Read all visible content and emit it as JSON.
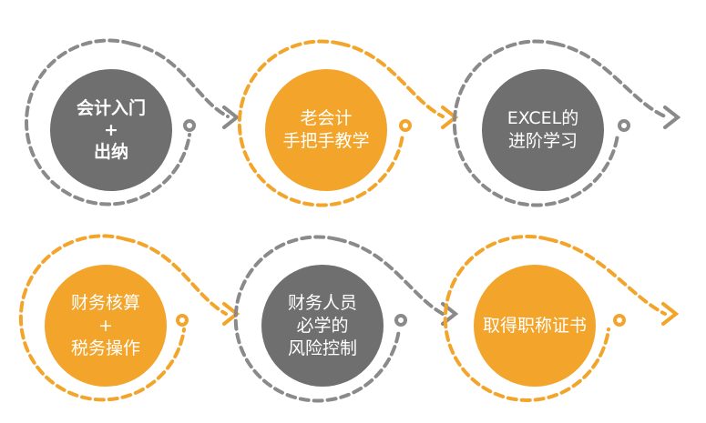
{
  "steps": [
    {
      "lines": [
        "会计入门",
        "+",
        "出纳"
      ],
      "color": "#6f6f6f"
    },
    {
      "lines": [
        "老会计",
        "手把手教学"
      ],
      "color": "#f2a52a"
    },
    {
      "lines": [
        "EXCEL的",
        "进阶学习"
      ],
      "color": "#6f6f6f"
    },
    {
      "lines": [
        "财务核算",
        "+",
        "税务操作"
      ],
      "color": "#f2a52a"
    },
    {
      "lines": [
        "财务人员",
        "必学的",
        "风险控制"
      ],
      "color": "#6f6f6f"
    },
    {
      "lines": [
        "取得职称证书"
      ],
      "color": "#f2a52a"
    }
  ],
  "colors": {
    "gray": "#6f6f6f",
    "orange": "#f2a52a",
    "ring_gray": "#8a8a8a",
    "ring_orange": "#f2a52a"
  }
}
